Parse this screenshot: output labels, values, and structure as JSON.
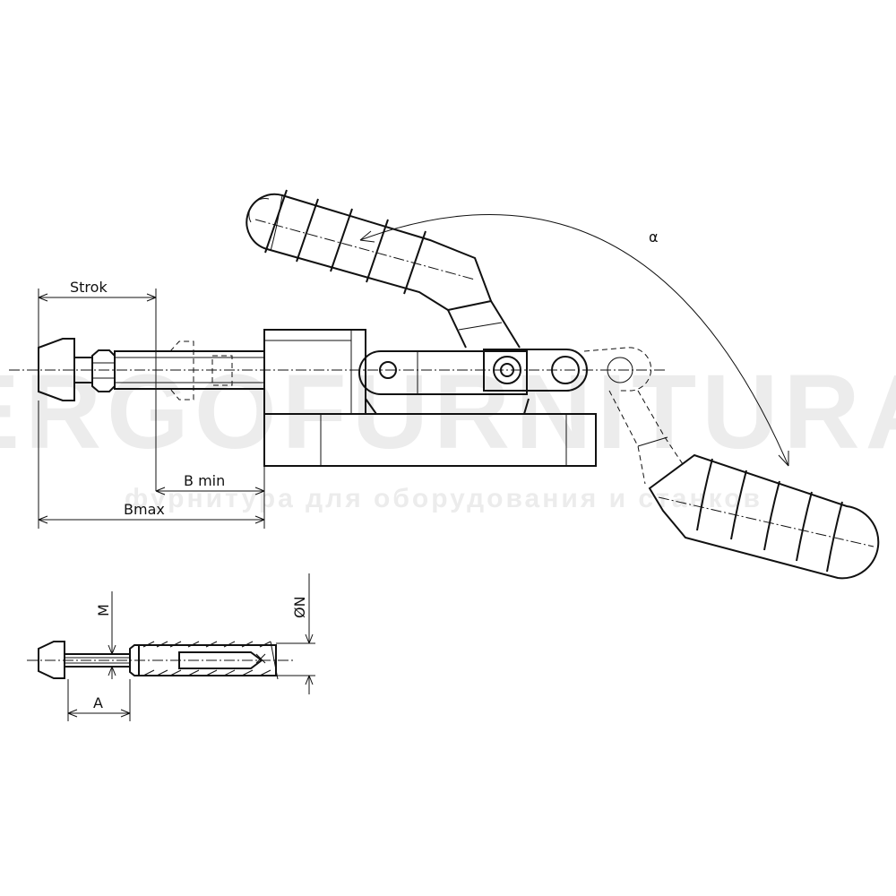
{
  "watermark": {
    "brand": "ERGOFURNITURA",
    "tagline": "фурнитура для оборудования и станков"
  },
  "labels": {
    "stroke": "Strok",
    "b_min": "B min",
    "b_max": "Bmax",
    "alpha": "α",
    "m": "M",
    "n": "ØN",
    "a": "A"
  }
}
